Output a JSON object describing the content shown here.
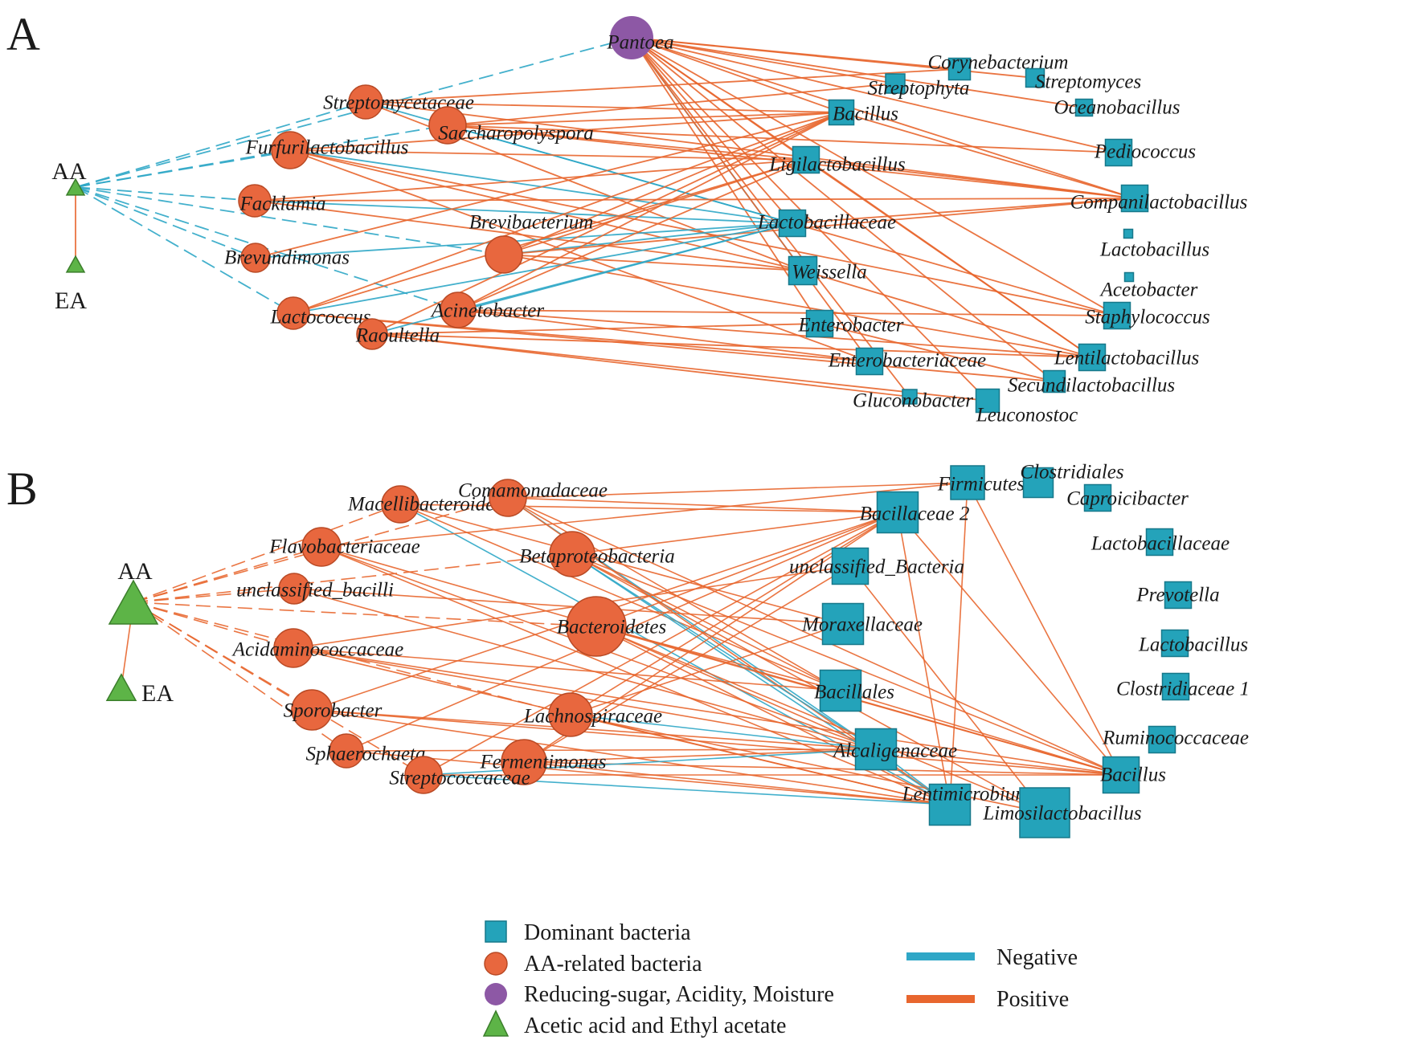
{
  "colors": {
    "positive": "#E8662E",
    "negative": "#2FA7C7",
    "dominant": "#24A3BA",
    "dominant_stroke": "#17788A",
    "aa_related": "#E8673E",
    "aa_stroke": "#B94A25",
    "environment": "#8D58A5",
    "acid": "#5DB447",
    "acid_stroke": "#3B7E2B"
  },
  "panels": [
    {
      "letter": "A",
      "nodes": [
        {
          "id": "AA",
          "label": "AA",
          "type": "acid"
        },
        {
          "id": "EA",
          "label": "EA",
          "type": "acid"
        },
        {
          "id": "Pantoea",
          "label": "Pantoea",
          "type": "environment"
        },
        {
          "id": "Streptomycetaceae",
          "label": "Streptomycetaceae",
          "type": "aa"
        },
        {
          "id": "Saccharopolyspora",
          "label": "Saccharopolyspora",
          "type": "aa"
        },
        {
          "id": "Furfurilactobacillus",
          "label": "Furfurilactobacillus",
          "type": "aa"
        },
        {
          "id": "Facklamia",
          "label": "Facklamia",
          "type": "aa"
        },
        {
          "id": "Brevundimonas",
          "label": "Brevundimonas",
          "type": "aa"
        },
        {
          "id": "Brevibacterium",
          "label": "Brevibacterium",
          "type": "aa"
        },
        {
          "id": "Lactococcus",
          "label": "Lactococcus",
          "type": "aa"
        },
        {
          "id": "Raoultella",
          "label": "Raoultella",
          "type": "aa"
        },
        {
          "id": "Acinetobacter",
          "label": "Acinetobacter",
          "type": "aa"
        },
        {
          "id": "Corynebacterium",
          "label": "Corynebacterium",
          "type": "dominant"
        },
        {
          "id": "Streptophyta",
          "label": "Streptophyta",
          "type": "dominant"
        },
        {
          "id": "Streptomyces",
          "label": "Streptomyces",
          "type": "dominant"
        },
        {
          "id": "Bacillus",
          "label": "Bacillus",
          "type": "dominant"
        },
        {
          "id": "Oceanobacillus",
          "label": "Oceanobacillus",
          "type": "dominant"
        },
        {
          "id": "Pediococcus",
          "label": "Pediococcus",
          "type": "dominant"
        },
        {
          "id": "Ligilactobacillus",
          "label": "Ligilactobacillus",
          "type": "dominant"
        },
        {
          "id": "Companilactobacillus",
          "label": "Companilactobacillus",
          "type": "dominant"
        },
        {
          "id": "Lactobacillaceae",
          "label": "Lactobacillaceae",
          "type": "dominant"
        },
        {
          "id": "Lactobacillus",
          "label": "Lactobacillus",
          "type": "dominant"
        },
        {
          "id": "Weissella",
          "label": "Weissella",
          "type": "dominant"
        },
        {
          "id": "Acetobacter",
          "label": "Acetobacter",
          "type": "dominant"
        },
        {
          "id": "Staphylococcus",
          "label": "Staphylococcus",
          "type": "dominant"
        },
        {
          "id": "Enterobacter",
          "label": "Enterobacter",
          "type": "dominant"
        },
        {
          "id": "Enterobacteriaceae",
          "label": "Enterobacteriaceae",
          "type": "dominant"
        },
        {
          "id": "Lentilactobacillus",
          "label": "Lentilactobacillus",
          "type": "dominant"
        },
        {
          "id": "Secundilactobacillus",
          "label": "Secundilactobacillus",
          "type": "dominant"
        },
        {
          "id": "Gluconobacter",
          "label": "Gluconobacter",
          "type": "dominant"
        },
        {
          "id": "Leuconostoc",
          "label": "Leuconostoc",
          "type": "dominant"
        }
      ]
    },
    {
      "letter": "B",
      "nodes": [
        {
          "id": "AA",
          "label": "AA",
          "type": "acid"
        },
        {
          "id": "EA",
          "label": "EA",
          "type": "acid"
        },
        {
          "id": "Macellibacteroides",
          "label": "Macellibacteroides",
          "type": "aa"
        },
        {
          "id": "Comamonadaceae",
          "label": "Comamonadaceae",
          "type": "aa"
        },
        {
          "id": "Flavobacteriaceae",
          "label": "Flavobacteriaceae",
          "type": "aa"
        },
        {
          "id": "Betaproteobacteria",
          "label": "Betaproteobacteria",
          "type": "aa"
        },
        {
          "id": "unclassified_bacilli",
          "label": "unclassified_bacilli",
          "type": "aa"
        },
        {
          "id": "Bacteroidetes",
          "label": "Bacteroidetes",
          "type": "aa"
        },
        {
          "id": "Acidaminococcaceae",
          "label": "Acidaminococcaceae",
          "type": "aa"
        },
        {
          "id": "Sporobacter",
          "label": "Sporobacter",
          "type": "aa"
        },
        {
          "id": "Lachnospiraceae",
          "label": "Lachnospiraceae",
          "type": "aa"
        },
        {
          "id": "Sphaerochaeta",
          "label": "Sphaerochaeta",
          "type": "aa"
        },
        {
          "id": "Fermentimonas",
          "label": "Fermentimonas",
          "type": "aa"
        },
        {
          "id": "Streptococcaceae",
          "label": "Streptococcaceae",
          "type": "aa"
        },
        {
          "id": "Firmicutes",
          "label": "Firmicutes",
          "type": "dominant"
        },
        {
          "id": "Clostridiales",
          "label": "Clostridiales",
          "type": "dominant"
        },
        {
          "id": "Caproicibacter",
          "label": "Caproicibacter",
          "type": "dominant"
        },
        {
          "id": "Bacillaceae2",
          "label": "Bacillaceae 2",
          "type": "dominant"
        },
        {
          "id": "Lactobacillaceae",
          "label": "Lactobacillaceae",
          "type": "dominant"
        },
        {
          "id": "unclassified_Bacteria",
          "label": "unclassified_Bacteria",
          "type": "dominant"
        },
        {
          "id": "Prevotella",
          "label": "Prevotella",
          "type": "dominant"
        },
        {
          "id": "Moraxellaceae",
          "label": "Moraxellaceae",
          "type": "dominant"
        },
        {
          "id": "Lactobacillus",
          "label": "Lactobacillus",
          "type": "dominant"
        },
        {
          "id": "Bacillales",
          "label": "Bacillales",
          "type": "dominant"
        },
        {
          "id": "Clostridiaceae1",
          "label": "Clostridiaceae 1",
          "type": "dominant"
        },
        {
          "id": "Ruminococcaceae",
          "label": "Ruminococcaceae",
          "type": "dominant"
        },
        {
          "id": "Alcaligenaceae",
          "label": "Alcaligenaceae",
          "type": "dominant"
        },
        {
          "id": "Bacillus",
          "label": "Bacillus",
          "type": "dominant"
        },
        {
          "id": "Lentimicrobium",
          "label": "Lentimicrobium",
          "type": "dominant"
        },
        {
          "id": "Limosilactobacillus",
          "label": "Limosilactobacillus",
          "type": "dominant"
        }
      ]
    }
  ],
  "legend": {
    "items": [
      {
        "shape": "square",
        "label": "Dominant bacteria"
      },
      {
        "shape": "circle-orange",
        "label": "AA-related bacteria"
      },
      {
        "shape": "circle-purple",
        "label": "Reducing-sugar, Acidity, Moisture"
      },
      {
        "shape": "triangle",
        "label": "Acetic acid and Ethyl acetate"
      }
    ],
    "edges": [
      {
        "kind": "negative",
        "label": "Negative"
      },
      {
        "kind": "positive",
        "label": "Positive"
      }
    ]
  }
}
